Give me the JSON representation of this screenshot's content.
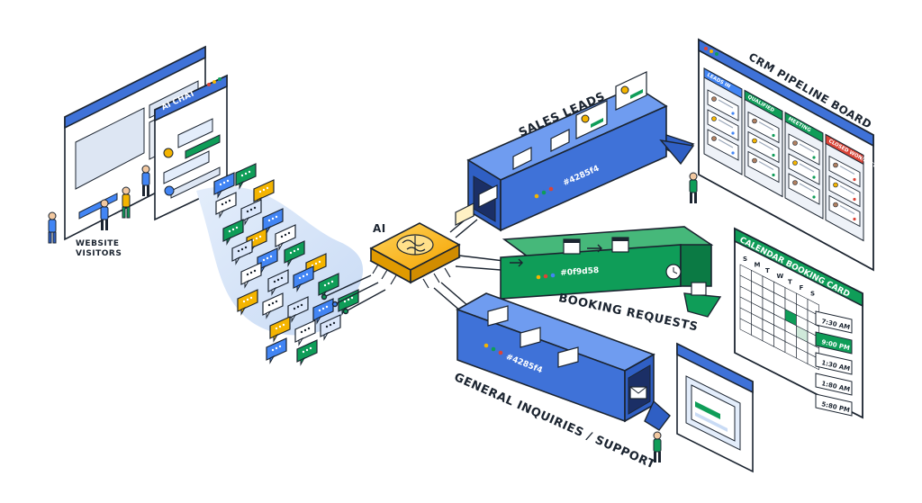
{
  "labels": {
    "visitors": "WEBSITE\nVISITORS",
    "ai_chat": "AI CHAT",
    "ai": "AI",
    "sales_leads": "SALES LEADS",
    "sales_hex": "#4285f4",
    "booking_requests": "BOOKING REQUESTS",
    "booking_hex": "#0f9d58",
    "general": "GENERAL INQUIRIES / SUPPORT",
    "general_hex": "#4285f4",
    "crm_title": "CRM PIPELINE BOARD",
    "calendar_title": "CALENDAR BOOKING CARD"
  },
  "crm_columns": [
    {
      "label": "LEADS IN",
      "color": "#4285f4"
    },
    {
      "label": "QUALIFIED",
      "color": "#0f9d58"
    },
    {
      "label": "MEETING",
      "color": "#0f9d58"
    },
    {
      "label": "CLOSED WON/LOST",
      "color": "#db4437"
    }
  ],
  "calendar": {
    "weekdays": [
      "S",
      "M",
      "T",
      "W",
      "T",
      "F",
      "S"
    ],
    "times": [
      "7:30 AM",
      "9:00 PM",
      "1:30 AM",
      "1:80 AM",
      "5:80 PM"
    ],
    "selected_time_index": 1
  },
  "colors": {
    "blue": "#4285f4",
    "dark_blue": "#2f5fc4",
    "green": "#0f9d58",
    "yellow": "#f4b400",
    "red": "#db4437",
    "outline": "#1b2430"
  }
}
